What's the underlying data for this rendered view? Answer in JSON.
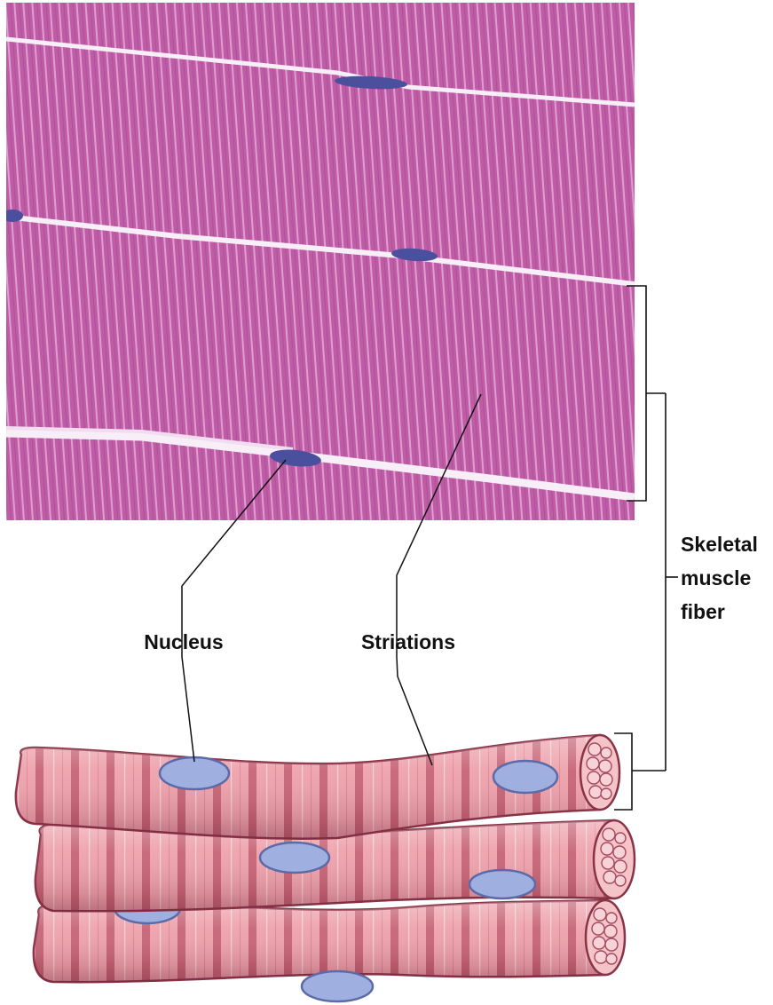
{
  "figure": {
    "labels": {
      "nucleus": "Nucleus",
      "striations": "Striations",
      "fiber_line1": "Skeletal",
      "fiber_line2": "muscle",
      "fiber_line3": "fiber"
    },
    "colors": {
      "micrograph_base": "#c25fa9",
      "micrograph_band": "#e4a5d6",
      "micrograph_gap": "#f7eef7",
      "nucleus_stain": "#4a4f9e",
      "fiber_light": "#f0a9b2",
      "fiber_mid": "#dc8391",
      "fiber_dark": "#b85166",
      "fiber_outline": "#8a3347",
      "drawn_nucleus": "#9fb0e0",
      "drawn_nucleus_outline": "#5d6aa8",
      "leader_line": "#111111"
    }
  }
}
